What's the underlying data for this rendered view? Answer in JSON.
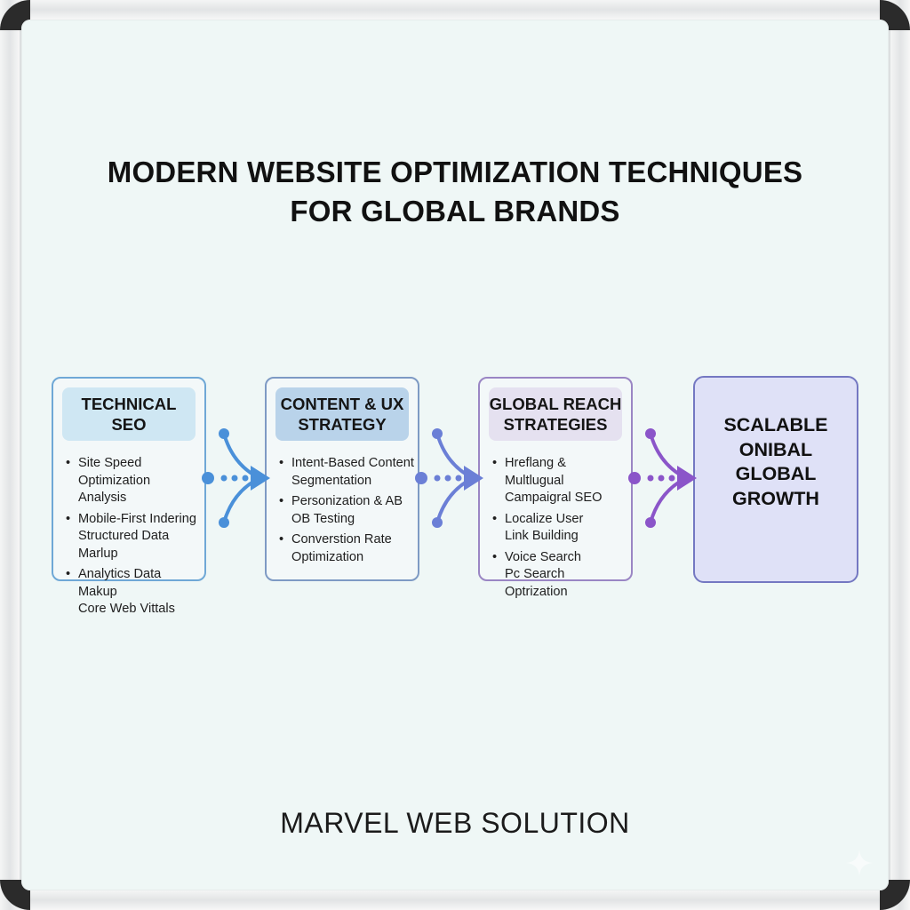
{
  "title": {
    "line1": "MODERN WEBSITE OPTIMIZATION TECHNIQUES",
    "line2": "FOR GLOBAL BRANDS"
  },
  "stages": [
    {
      "heading": "TECHNICAL SEO",
      "border_color": "#6fa8d6",
      "head_color": "#cfe7f3",
      "items": [
        [
          "Site Speed Optimization",
          "Analysis"
        ],
        [
          "Mobile-First Indering",
          "Structured Data Marlup"
        ],
        [
          "Analytics Data Makup",
          "Core Web Vittals"
        ]
      ]
    },
    {
      "heading": "CONTENT & UX STRATEGY",
      "heading_lines": [
        "CONTENT & UX",
        "STRATEGY"
      ],
      "border_color": "#7e9ac4",
      "head_color": "#b9d3ea",
      "items": [
        [
          "Intent-Based Content",
          "Segmentation"
        ],
        [
          "Personization & AB",
          "OB Testing"
        ],
        [
          "Converstion Rate",
          "Optimization"
        ]
      ]
    },
    {
      "heading": "GLOBAL REACH STRATEGIES",
      "heading_lines": [
        "GLOBAL REACH",
        "STRATEGIES"
      ],
      "border_color": "#9a86c4",
      "head_color": "#e5e1f0",
      "items": [
        [
          "Hreflang & Multlugual",
          "Campaigral SEO"
        ],
        [
          "Localize User",
          "Link Building"
        ],
        [
          "Voice Search",
          "Pc Search Optrization"
        ]
      ]
    }
  ],
  "outcome": {
    "lines": [
      "SCALABLE",
      "ONIBAL",
      "GLOBAL",
      "GROWTH"
    ],
    "border_color": "#7478c2",
    "fill_color": "#dfe1f7"
  },
  "connectors": [
    {
      "from": "TECHNICAL SEO",
      "to": "CONTENT & UX STRATEGY",
      "color": "#4a90d9"
    },
    {
      "from": "CONTENT & UX STRATEGY",
      "to": "GLOBAL REACH STRATEGIES",
      "color": "#6b7fd6"
    },
    {
      "from": "GLOBAL REACH STRATEGIES",
      "to": "SCALABLE GLOBAL GROWTH",
      "color": "#8b55c9"
    }
  ],
  "footer": "MARVEL WEB SOLUTION"
}
